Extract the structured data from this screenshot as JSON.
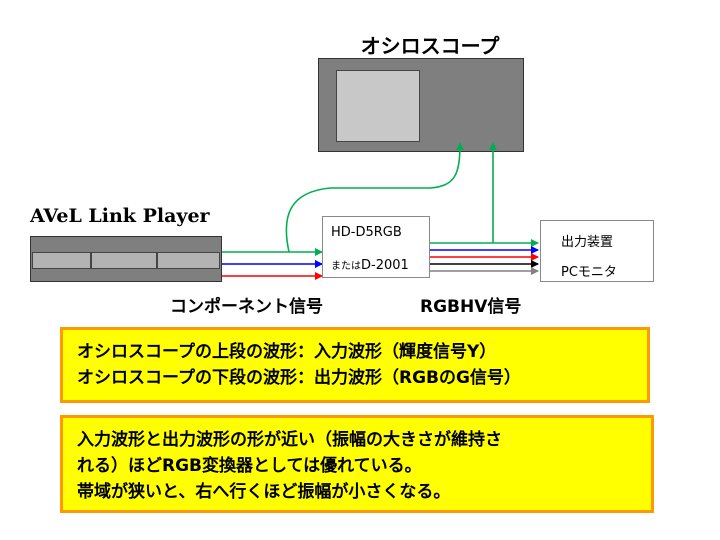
{
  "oscilloscope": {
    "title": "オシロスコープ"
  },
  "player": {
    "title": "AVeL Link Player"
  },
  "converter": {
    "line1": "HD-D5RGB",
    "line2_prefix": "または",
    "line2_model": "D-2001"
  },
  "output_device": {
    "line1": "出力装置",
    "line2": "PCモニタ"
  },
  "captions": {
    "component_signal": "コンポーネント信号",
    "rgbhv_signal": "RGBHV信号"
  },
  "note1": {
    "line1": "オシロスコープの上段の波形：入力波形（輝度信号Y）",
    "line2": "オシロスコープの下段の波形：出力波形（RGBのG信号）"
  },
  "note2": {
    "line1": "入力波形と出力波形の形が近い（振幅の大きさが維持さ",
    "line2": "れる）ほどRGB変換器としては優れている。",
    "line3": "帯域が狭いと、右へ行くほど振幅が小さくなる。"
  },
  "colors": {
    "note_fill": "#ffff00",
    "note_border": "#ff9900",
    "wire_green": "#00b050",
    "wire_blue": "#0000ff",
    "wire_red": "#ff0000",
    "wire_black": "#000000",
    "wire_gray": "#808080",
    "device_gray": "#7f7f7f",
    "screen_gray": "#c8c8c8"
  }
}
